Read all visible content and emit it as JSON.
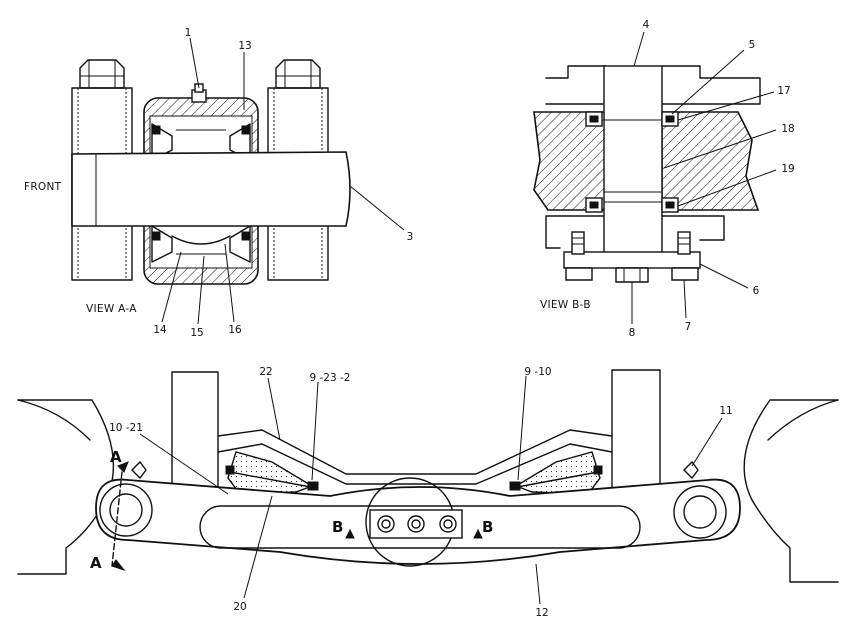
{
  "views": {
    "a": {
      "caption": "VIEW A-A",
      "front_label": "FRONT"
    },
    "b": {
      "caption": "VIEW  B-B"
    }
  },
  "callouts": {
    "c1": "1",
    "c13": "13",
    "c3": "3",
    "c14": "14",
    "c15": "15",
    "c16": "16",
    "c4": "4",
    "c5": "5",
    "c17": "17",
    "c18": "18",
    "c19": "19",
    "c6": "6",
    "c7": "7",
    "c8": "8",
    "c22": "22",
    "c9_23_2": "9 -23 -2",
    "c9_10": "9 -10",
    "c10_21": "10 -21",
    "c11": "11",
    "c20": "20",
    "c12": "12"
  },
  "section_marks": {
    "a_top": "A",
    "a_bottom": "A",
    "b_left": "B",
    "b_right": "B"
  }
}
